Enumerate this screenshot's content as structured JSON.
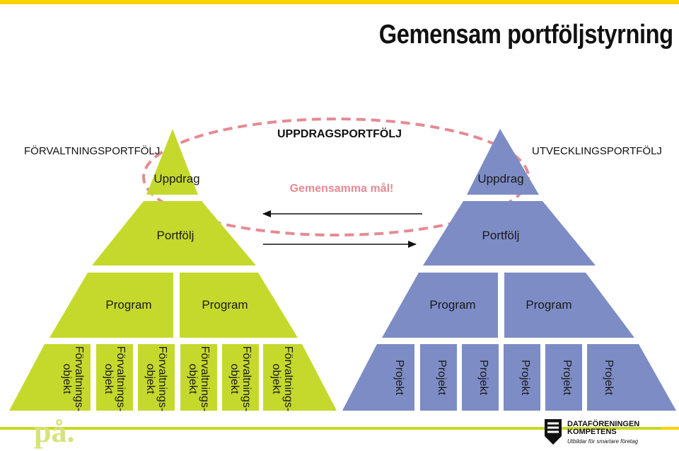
{
  "title": "Gemensam portföljstyrning",
  "labels": {
    "left_portfolio": "FÖRVALTNINGSPORTFÖLJ",
    "center_portfolio": "UPPDRAGSPORTFÖLJ",
    "right_portfolio": "UTVECKLINGSPORTFÖLJ",
    "common_goals": "Gemensamma mål!"
  },
  "left_pyramid": {
    "top": "Uppdrag",
    "middle": "Portfölj",
    "programs": [
      "Program",
      "Program"
    ],
    "objects": [
      [
        "Förvaltnings-",
        "objekt"
      ],
      [
        "Förvaltnings-",
        "objekt"
      ],
      [
        "Förvaltnings-",
        "objekt"
      ],
      [
        "Förvaltnings-",
        "objekt"
      ],
      [
        "Förvaltnings-",
        "objekt"
      ],
      [
        "Förvaltnings-",
        "objekt"
      ]
    ]
  },
  "right_pyramid": {
    "top": "Uppdrag",
    "middle": "Portfölj",
    "programs": [
      "Program",
      "Program"
    ],
    "objects": [
      "Projekt",
      "Projekt",
      "Projekt",
      "Projekt",
      "Projekt",
      "Projekt"
    ]
  },
  "footer": {
    "left_logo": "på.",
    "right_logo_name_line1": "DATAFÖRENINGEN",
    "right_logo_name_line2": "KOMPETENS",
    "right_logo_tagline": "Utbildar för smartare företag"
  },
  "colors": {
    "green": "#c5d92d",
    "blue": "#7d8cc4",
    "dashed_ellipse": "#e58a93",
    "common_goals_text": "#e58a93",
    "accent_bar": "#ffd200"
  }
}
